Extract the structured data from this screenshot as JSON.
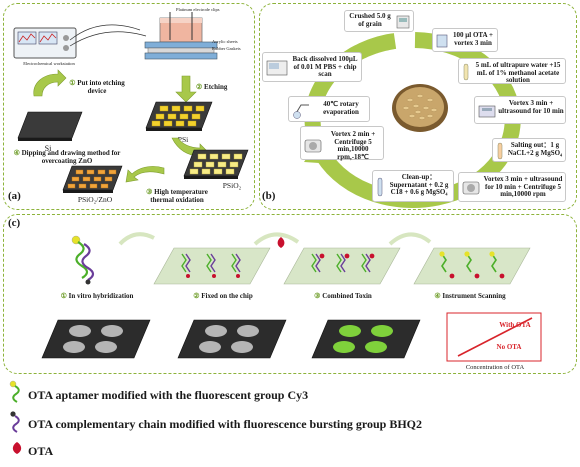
{
  "panel_a": {
    "label": "(a)",
    "device_label": "Electrochemical workstation",
    "electrode_label": "Platinum electrode clips",
    "sheet_label1": "Acrylic sheets",
    "sheet_label2": "Rubber Gaskets",
    "step1_num": "①",
    "step1": "Put into etching device",
    "step2_num": "②",
    "step2": "Etching",
    "step3_num": "③",
    "step3": "High temperature thermal oxidation",
    "step4_num": "④",
    "step4": "Dipping and drawing method for overcoating ZnO",
    "si": "Si",
    "psi": "PSi",
    "psio2": "PSiO₂",
    "psio2_zno": "PSiO₂/ZnO"
  },
  "panel_b": {
    "label": "(b)",
    "crushed": "Crushed 5.0 g of grain",
    "ota_vortex": "100 μl OTA + vortex 3 min",
    "ultrapure": "5 mL of ultrapure water +15 mL of 1% methanol acetate solution",
    "vortex_ultra": "Vortex 3 min + ultrasound for 10 min",
    "salting": "Salting out：1 g NaCL+2 g MgSO₄",
    "vortex_centri": "Vortex 3 min + ultrasound for 10 min + Centrifuge 5 min,10000 rpm",
    "cleanup": "Clean-up：Supernatant + 0.2 g C18 + 0.6 g MgSO₄",
    "vortex2": "Vortex 2 min + Centrifuge 5 min,10000 rpm,-18℃",
    "rotary": "40℃ rotary evaporation",
    "back": "Back dissolved 100μL of 0.01 M PBS + chip scan"
  },
  "panel_c": {
    "label": "(c)",
    "step1_num": "①",
    "step1": "In vitro hybridization",
    "step2_num": "②",
    "step2": "Fixed on the chip",
    "step3_num": "③",
    "step3": "Combined Toxin",
    "step4_num": "④",
    "step4": "Instrument Scanning",
    "with_ota": "With OTA",
    "no_ota": "No OTA",
    "axis_label": "Concentration of OTA"
  },
  "legend": {
    "item1": "OTA aptamer modified with the fluorescent group Cy3",
    "item2": "OTA complementary chain modified with fluorescence bursting group BHQ2",
    "item3": "OTA"
  },
  "colors": {
    "panel_border": "#8db33a",
    "arrow_green": "#a8c84a",
    "aptamer_green": "#4caf2a",
    "bhq_purple": "#6a3d9a",
    "ota_red": "#c8102e",
    "chip_gray": "#b5b5b5",
    "spot_green": "#7fd13b",
    "line_red": "#d8242b"
  }
}
